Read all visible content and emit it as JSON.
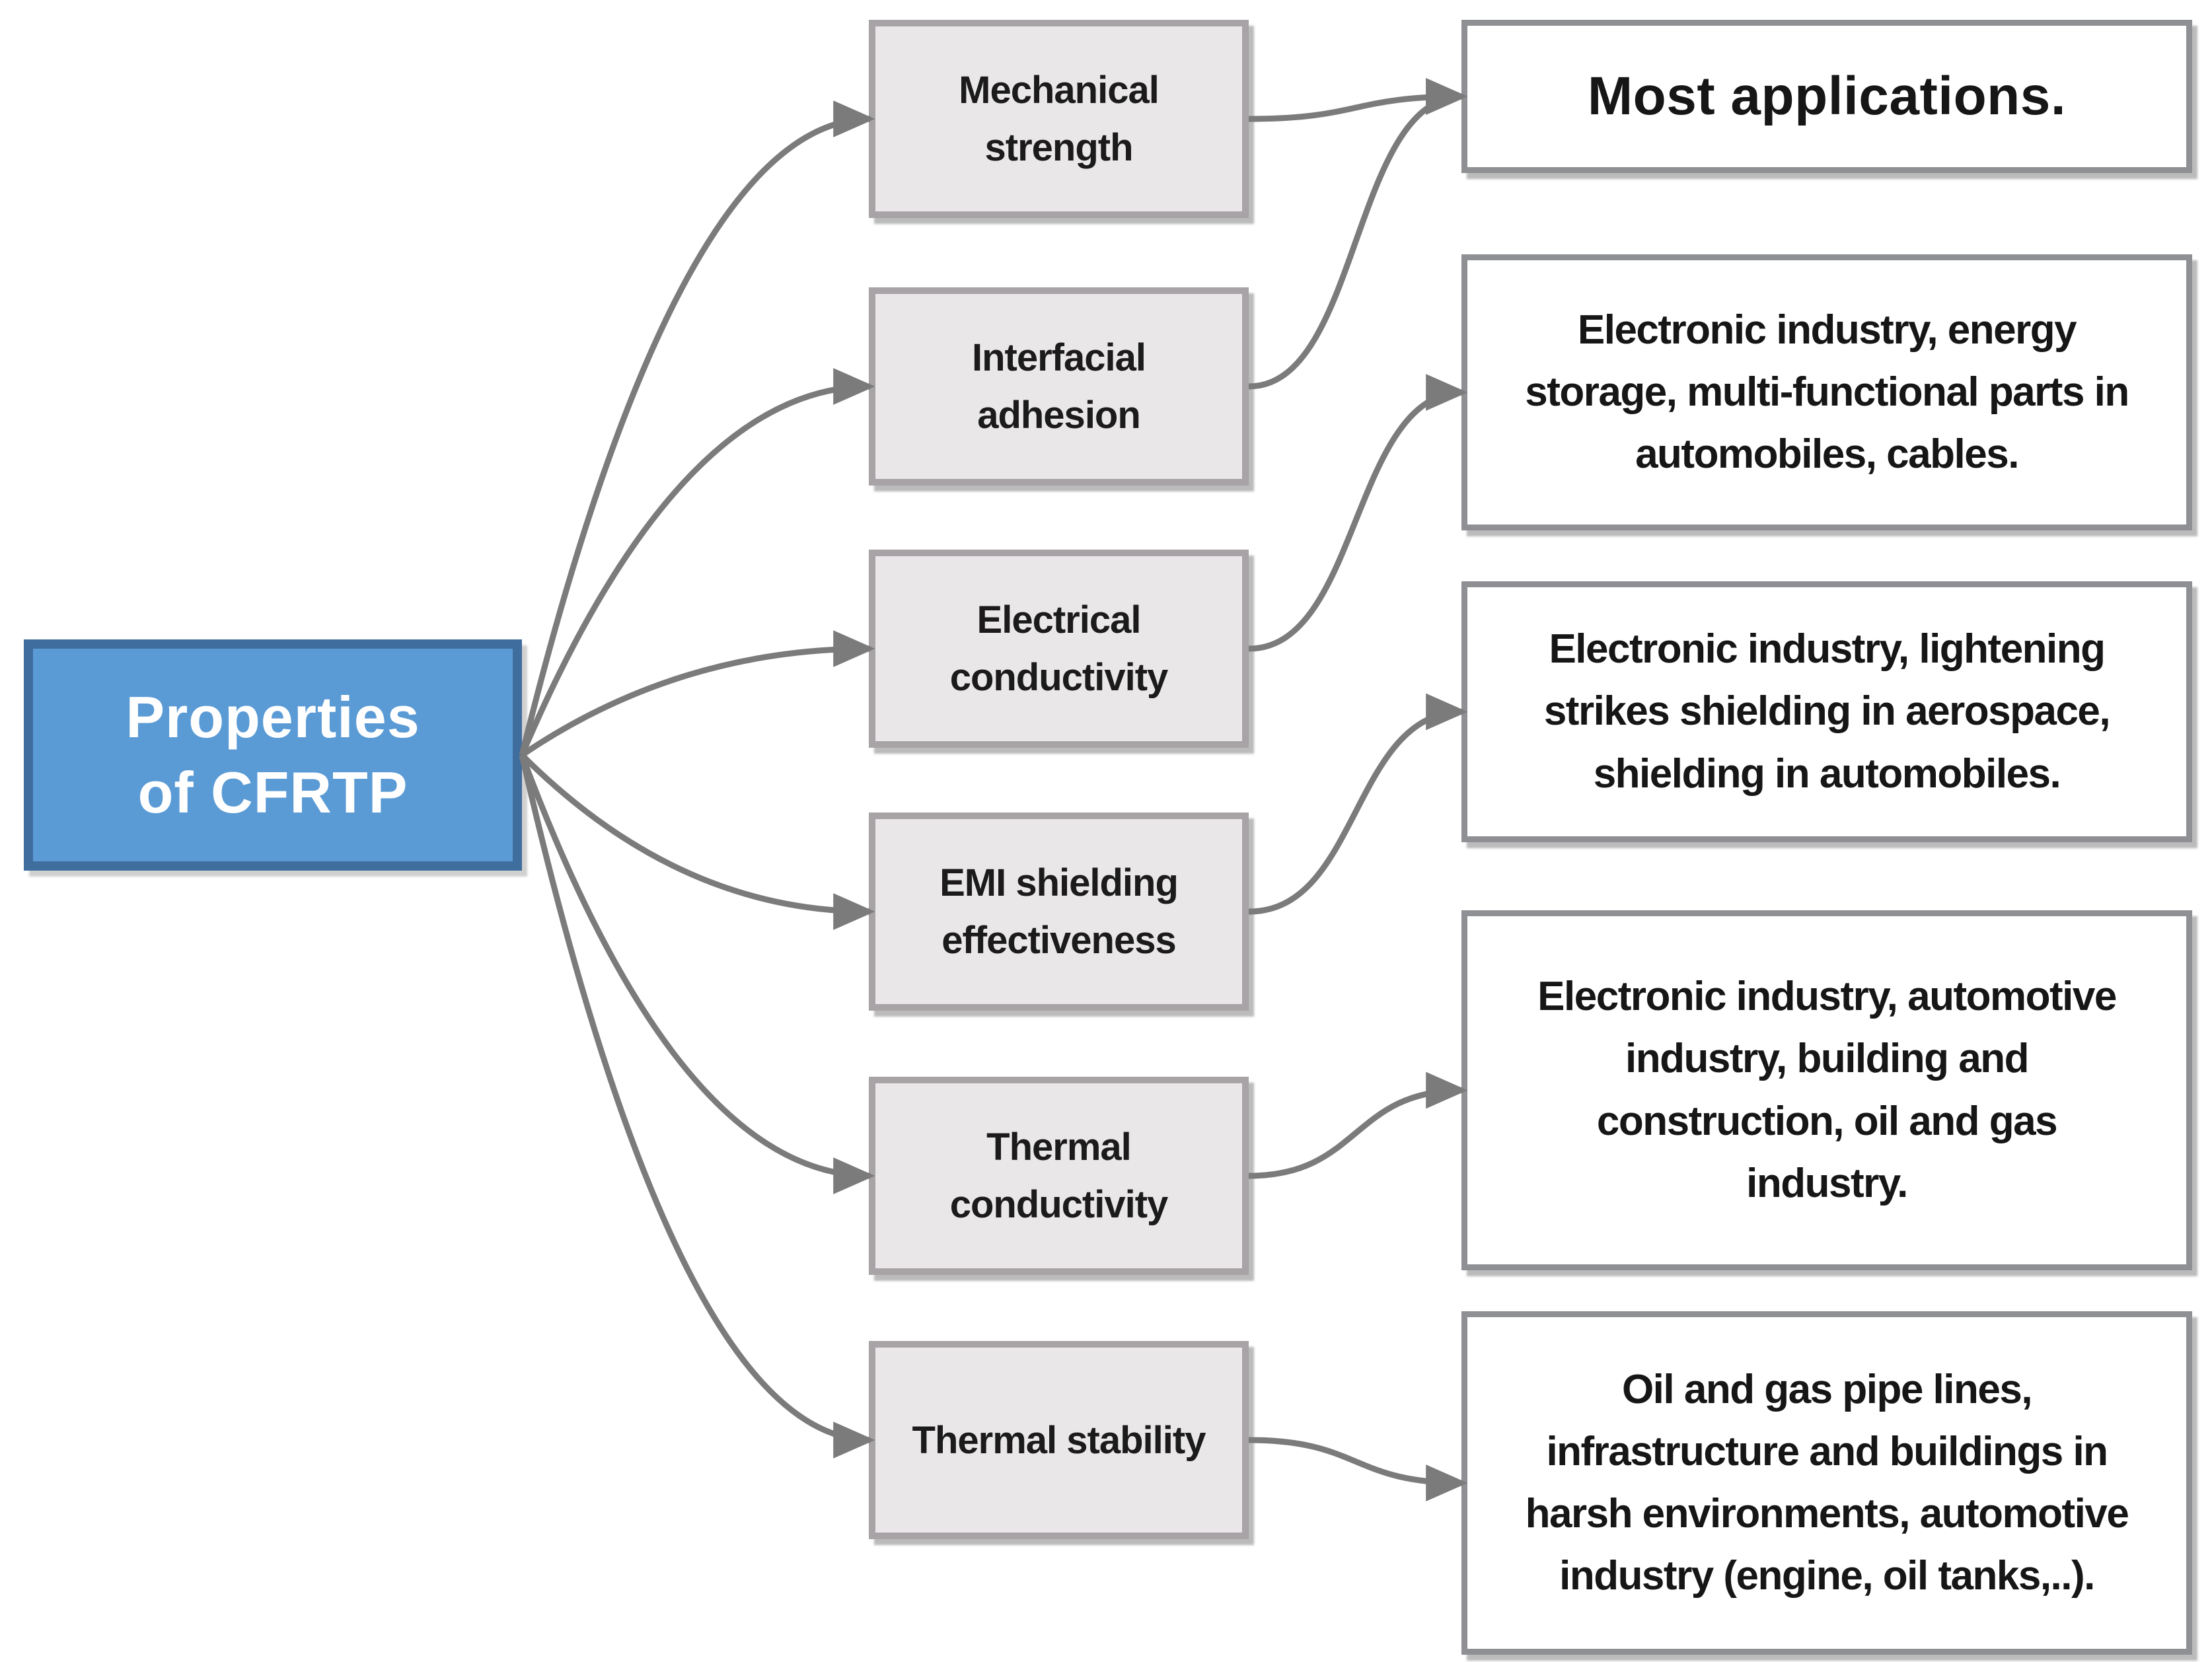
{
  "figure": {
    "type": "flow-diagram",
    "description_visible_only": "Hub box linked by curved gray arrows to six property boxes, each linked to application boxes"
  },
  "colors": {
    "background": "#ffffff",
    "hub_fill": "#5b9bd5",
    "hub_border": "#3f6d9e",
    "hub_text": "#ffffff",
    "property_fill": "#eae7e9",
    "property_border": "#a7a3a6",
    "application_fill": "#ffffff",
    "application_border": "#8f9093",
    "arrow": "#7b7b7b",
    "text": "#1b1b1b"
  },
  "hub": {
    "id": "hub",
    "lines": [
      "Properties",
      "of CFRTP"
    ]
  },
  "properties": [
    {
      "id": "mechanical-strength",
      "lines": [
        "Mechanical",
        "strength"
      ]
    },
    {
      "id": "interfacial-adhesion",
      "lines": [
        "Interfacial",
        "adhesion"
      ]
    },
    {
      "id": "electrical-conductivity",
      "lines": [
        "Electrical",
        "conductivity"
      ]
    },
    {
      "id": "emi-shielding",
      "lines": [
        "EMI shielding",
        "effectiveness"
      ]
    },
    {
      "id": "thermal-conductivity",
      "lines": [
        "Thermal",
        "conductivity"
      ]
    },
    {
      "id": "thermal-stability",
      "lines": [
        "Thermal stability"
      ]
    }
  ],
  "applications": [
    {
      "id": "most-applications",
      "emphasis": true,
      "lines": [
        "Most applications."
      ]
    },
    {
      "id": "electronics-energy-storage",
      "lines": [
        "Electronic industry, energy",
        "storage, multi-functional parts in",
        "automobiles, cables."
      ]
    },
    {
      "id": "aerospace-automobile-shielding",
      "lines": [
        "Electronic industry, lightening",
        "strikes shielding in aerospace,",
        "shielding in automobiles."
      ]
    },
    {
      "id": "building-oil-gas",
      "lines": [
        "Electronic industry, automotive",
        "industry, building and",
        "construction, oil and gas",
        "industry."
      ]
    },
    {
      "id": "pipelines-harsh-environments",
      "lines": [
        "Oil and gas pipe lines,",
        "infrastructure and buildings in",
        "harsh environments, automotive",
        "industry (engine, oil tanks,..)."
      ]
    }
  ],
  "connections": [
    {
      "from": "hub",
      "to": "mechanical-strength"
    },
    {
      "from": "hub",
      "to": "interfacial-adhesion"
    },
    {
      "from": "hub",
      "to": "electrical-conductivity"
    },
    {
      "from": "hub",
      "to": "emi-shielding"
    },
    {
      "from": "hub",
      "to": "thermal-conductivity"
    },
    {
      "from": "hub",
      "to": "thermal-stability"
    },
    {
      "from": "mechanical-strength",
      "to": "most-applications"
    },
    {
      "from": "interfacial-adhesion",
      "to": "most-applications"
    },
    {
      "from": "electrical-conductivity",
      "to": "electronics-energy-storage"
    },
    {
      "from": "emi-shielding",
      "to": "aerospace-automobile-shielding"
    },
    {
      "from": "thermal-conductivity",
      "to": "building-oil-gas"
    },
    {
      "from": "thermal-stability",
      "to": "pipelines-harsh-environments"
    }
  ]
}
